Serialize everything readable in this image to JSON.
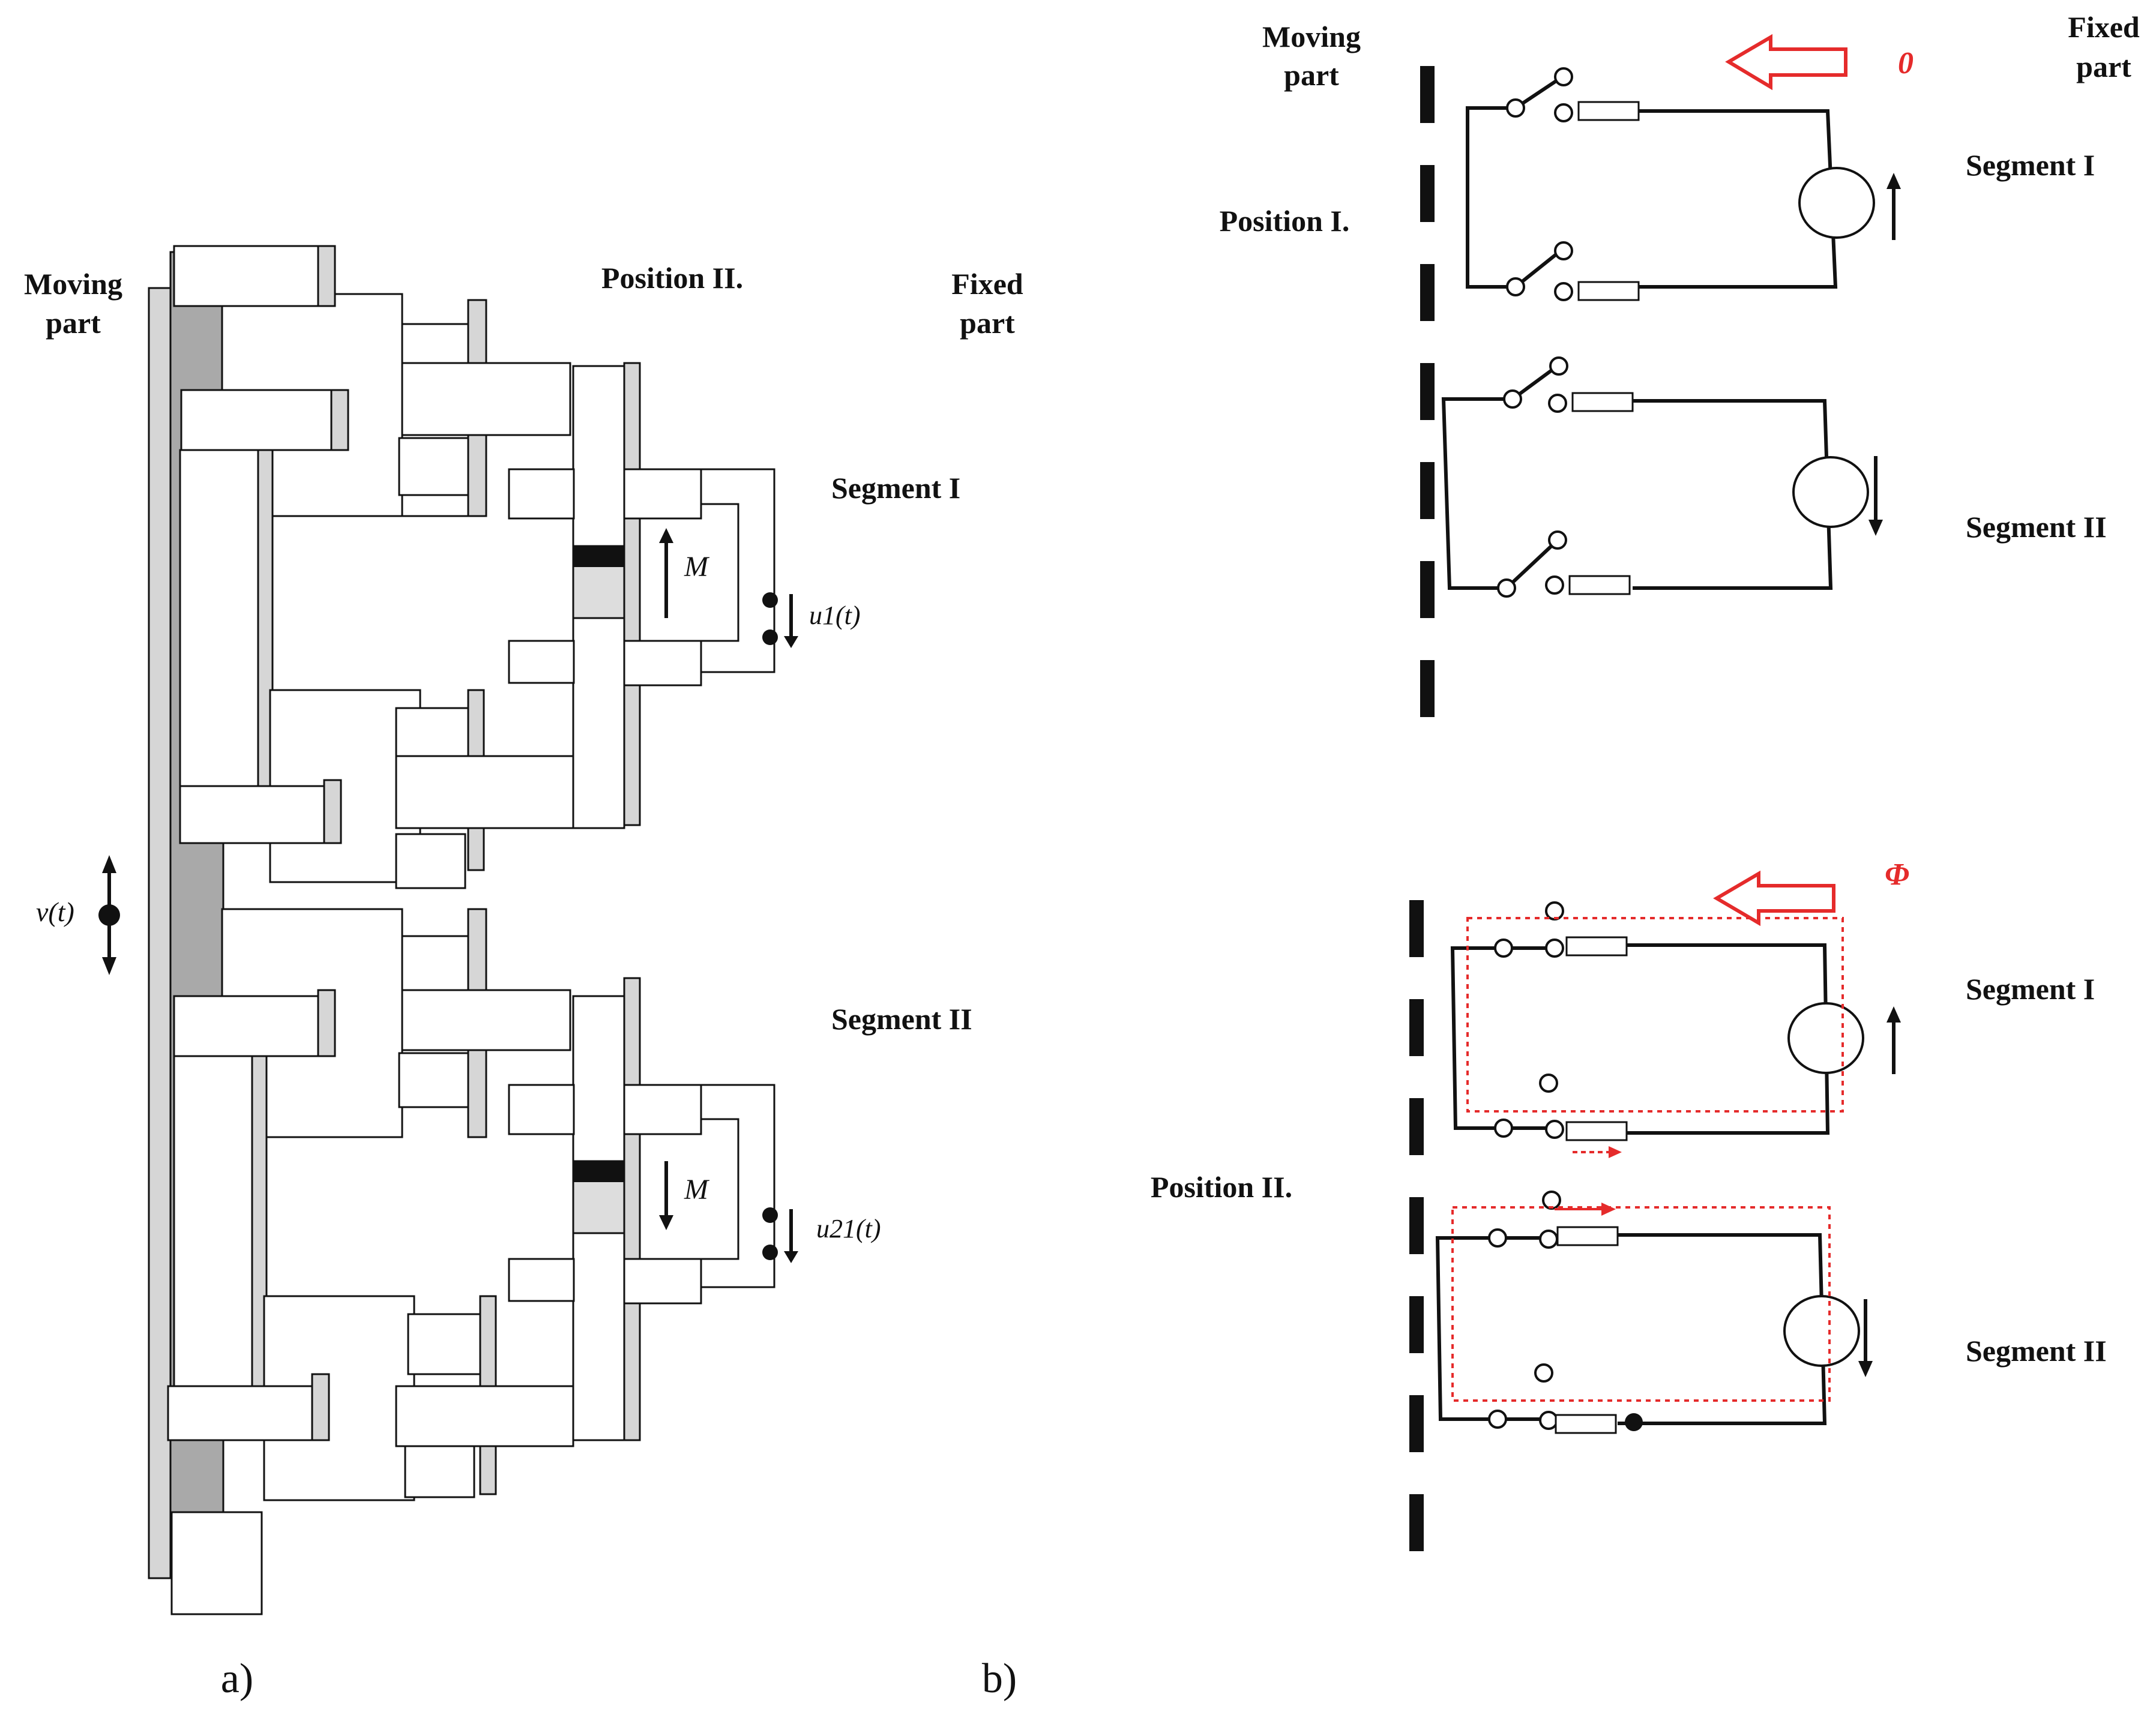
{
  "panel_a": {
    "moving_part": [
      "Moving",
      "part"
    ],
    "position": "Position II.",
    "fixed_part": [
      "Fixed",
      "part"
    ],
    "segment_1": "Segment I",
    "segment_2": "Segment II",
    "magnet_label": "M",
    "velocity": "v(t)",
    "voltage_1": "u1(t)",
    "voltage_2": "u21(t)",
    "caption": "a)"
  },
  "panel_b": {
    "moving_part": [
      "Moving",
      "part"
    ],
    "fixed_part": [
      "Fixed",
      "part"
    ],
    "position_1": "Position I.",
    "position_2": "Position II.",
    "segment_1": "Segment I",
    "segment_2": "Segment II",
    "flux_zero": "0",
    "flux_phi": "Φ",
    "caption": "b)"
  },
  "colors": {
    "flux": "#e52b2b",
    "ink": "#111111",
    "rail": "#a9a9a9"
  }
}
